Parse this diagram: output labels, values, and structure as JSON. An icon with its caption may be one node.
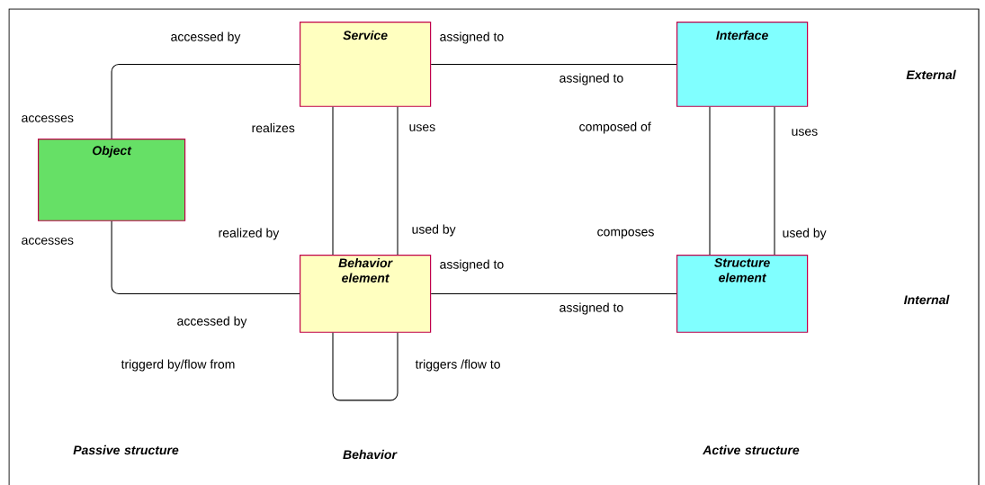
{
  "diagram": {
    "nodes": [
      {
        "text": [
          "Service"
        ]
      },
      {
        "text": [
          "Interface"
        ]
      },
      {
        "text": [
          "Object"
        ]
      },
      {
        "text": [
          "Behavior element"
        ]
      },
      {
        "text": [
          "Structure element"
        ]
      }
    ],
    "edges": [
      {
        "from": 0,
        "to": 2,
        "arrow": "none"
      },
      {
        "from": 2,
        "to": 3,
        "arrow": "none"
      },
      {
        "from": 0,
        "to": 1,
        "arrow": "none"
      },
      {
        "from": 0,
        "to": 3,
        "arrow": "none"
      },
      {
        "from": 0,
        "to": 3,
        "arrow": "none"
      },
      {
        "from": 1,
        "to": 4,
        "arrow": "none"
      },
      {
        "from": 1,
        "to": 4,
        "arrow": "none"
      },
      {
        "from": 3,
        "to": 4,
        "arrow": "none"
      },
      {
        "from": 3,
        "to": 3,
        "arrow": "none"
      }
    ],
    "labels": [
      "accessed by",
      "assigned to",
      "assigned to",
      "External",
      "accesses",
      "realizes",
      "uses",
      "composed of",
      "uses",
      "accesses",
      "realized by",
      "used by",
      "composes",
      "used by",
      "assigned to",
      "assigned to",
      "Internal",
      "accessed by",
      "triggerd by/flow from",
      "triggers /flow to",
      "Passive structure",
      "Behavior",
      "Active structure"
    ]
  }
}
